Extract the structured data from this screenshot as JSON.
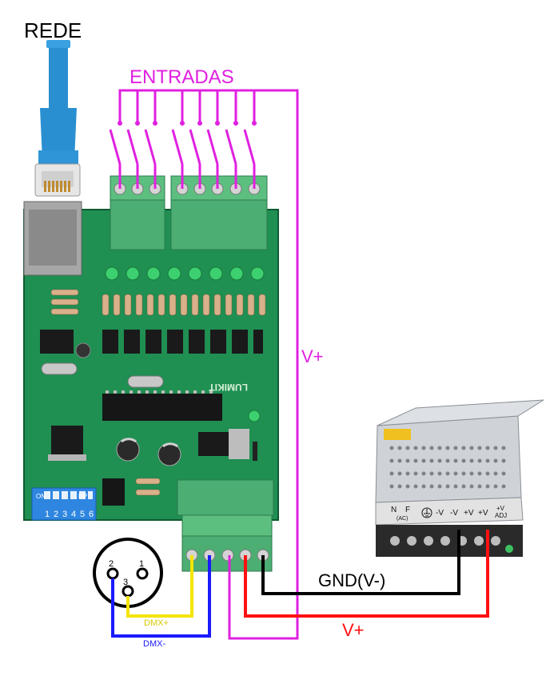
{
  "labels": {
    "network": "REDE",
    "inputs": "ENTRADAS",
    "vplus_right": "V+",
    "vplus_bottom": "V+",
    "gnd": "GND(V-)",
    "dmx_plus": "DMX+",
    "dmx_minus": "DMX-"
  },
  "xlr_pins": [
    "1",
    "2",
    "3"
  ],
  "psu": {
    "terminals": [
      "N",
      "F",
      "-V",
      "-V",
      "+V",
      "+V",
      "+V\nADJ"
    ],
    "ac_label": "(AC)"
  },
  "board": {
    "brand": "LUMIKIT",
    "dip_on": "ON",
    "dip_dp": "DP",
    "dip_numbers": [
      "1",
      "2",
      "3",
      "4",
      "5",
      "6"
    ]
  },
  "colors": {
    "magenta": "#e020e0",
    "black": "#000000",
    "red": "#ff1010",
    "yellow": "#f5e400",
    "blue": "#1a1aff",
    "pcb": "#1f8f52",
    "terminal": "#4cae72",
    "cable_blue": "#2a8fd0"
  }
}
